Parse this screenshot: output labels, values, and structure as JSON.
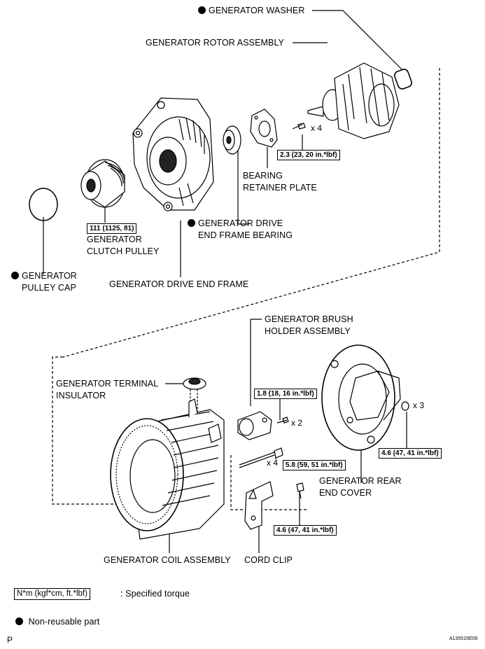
{
  "labels": {
    "generator_washer": "GENERATOR WASHER",
    "rotor_assembly": "GENERATOR ROTOR ASSEMBLY",
    "bearing_retainer_plate_1": "BEARING",
    "bearing_retainer_plate_2": "RETAINER PLATE",
    "drive_end_frame_bearing_1": "GENERATOR DRIVE",
    "drive_end_frame_bearing_2": "END FRAME BEARING",
    "clutch_pulley_1": "GENERATOR",
    "clutch_pulley_2": "CLUTCH PULLEY",
    "pulley_cap_1": "GENERATOR",
    "pulley_cap_2": "PULLEY CAP",
    "drive_end_frame": "GENERATOR DRIVE END FRAME",
    "brush_holder_1": "GENERATOR BRUSH",
    "brush_holder_2": "HOLDER ASSEMBLY",
    "terminal_insulator_1": "GENERATOR TERMINAL",
    "terminal_insulator_2": "INSULATOR",
    "rear_end_cover_1": "GENERATOR REAR",
    "rear_end_cover_2": "END COVER",
    "coil_assembly": "GENERATOR COIL ASSEMBLY",
    "cord_clip": "CORD CLIP"
  },
  "torques": {
    "retainer_plate_screw": "2.3 (23, 20 in.*lbf)",
    "clutch_pulley": "111 (1125, 81)",
    "brush_holder_screw": "1.8 (18, 16 in.*lbf)",
    "rear_cover_nut": "4.6 (47, 41 in.*lbf)",
    "through_bolt": "5.8 (59, 51 in.*lbf)",
    "cord_clip_bolt": "4.6 (47, 41 in.*lbf)"
  },
  "quantities": {
    "retainer_screws": "x 4",
    "brush_screws": "x 2",
    "rear_nuts": "x 3",
    "through_bolts": "x 4"
  },
  "legend": {
    "torque_box": "N*m (kgf*cm, ft.*lbf)",
    "torque_text": ": Specified torque",
    "nonreusable_text": "Non-reusable part"
  },
  "footer": {
    "left": "P",
    "right": "A135515E06"
  }
}
